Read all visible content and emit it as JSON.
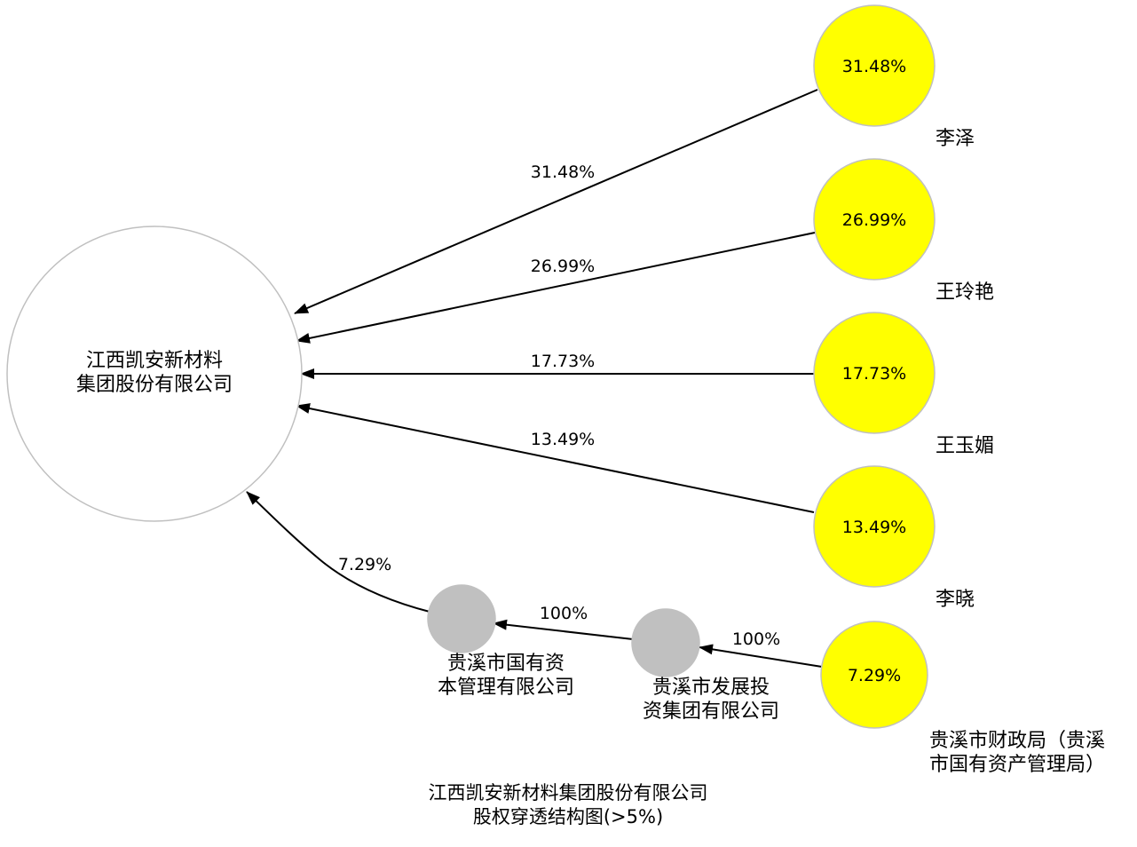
{
  "colors": {
    "shareholder_fill": "#ffff00",
    "intermediate_fill": "#c0c0c0",
    "target_fill": "#ffffff",
    "node_stroke": "#c0c0c0",
    "edge": "#000000"
  },
  "target": {
    "line1": "江西凯安新材料",
    "line2": "集团股份有限公司"
  },
  "shareholders": [
    {
      "pct": "31.48%",
      "name": "李泽"
    },
    {
      "pct": "26.99%",
      "name": "王玲艳"
    },
    {
      "pct": "17.73%",
      "name": "王玉媚"
    },
    {
      "pct": "13.49%",
      "name": "李晓"
    },
    {
      "pct": "7.29%",
      "name_line1": "贵溪市财政局（贵溪",
      "name_line2": "市国有资产管理局）"
    }
  ],
  "intermediates": [
    {
      "line1": "贵溪市国有资",
      "line2": "本管理有限公司"
    },
    {
      "line1": "贵溪市发展投",
      "line2": "资集团有限公司"
    }
  ],
  "edges": [
    {
      "label": "31.48%"
    },
    {
      "label": "26.99%"
    },
    {
      "label": "17.73%"
    },
    {
      "label": "13.49%"
    },
    {
      "label": "7.29%"
    },
    {
      "label": "100%"
    },
    {
      "label": "100%"
    }
  ],
  "caption": {
    "line1": "江西凯安新材料集团股份有限公司",
    "line2": "股权穿透结构图(>5%)"
  }
}
